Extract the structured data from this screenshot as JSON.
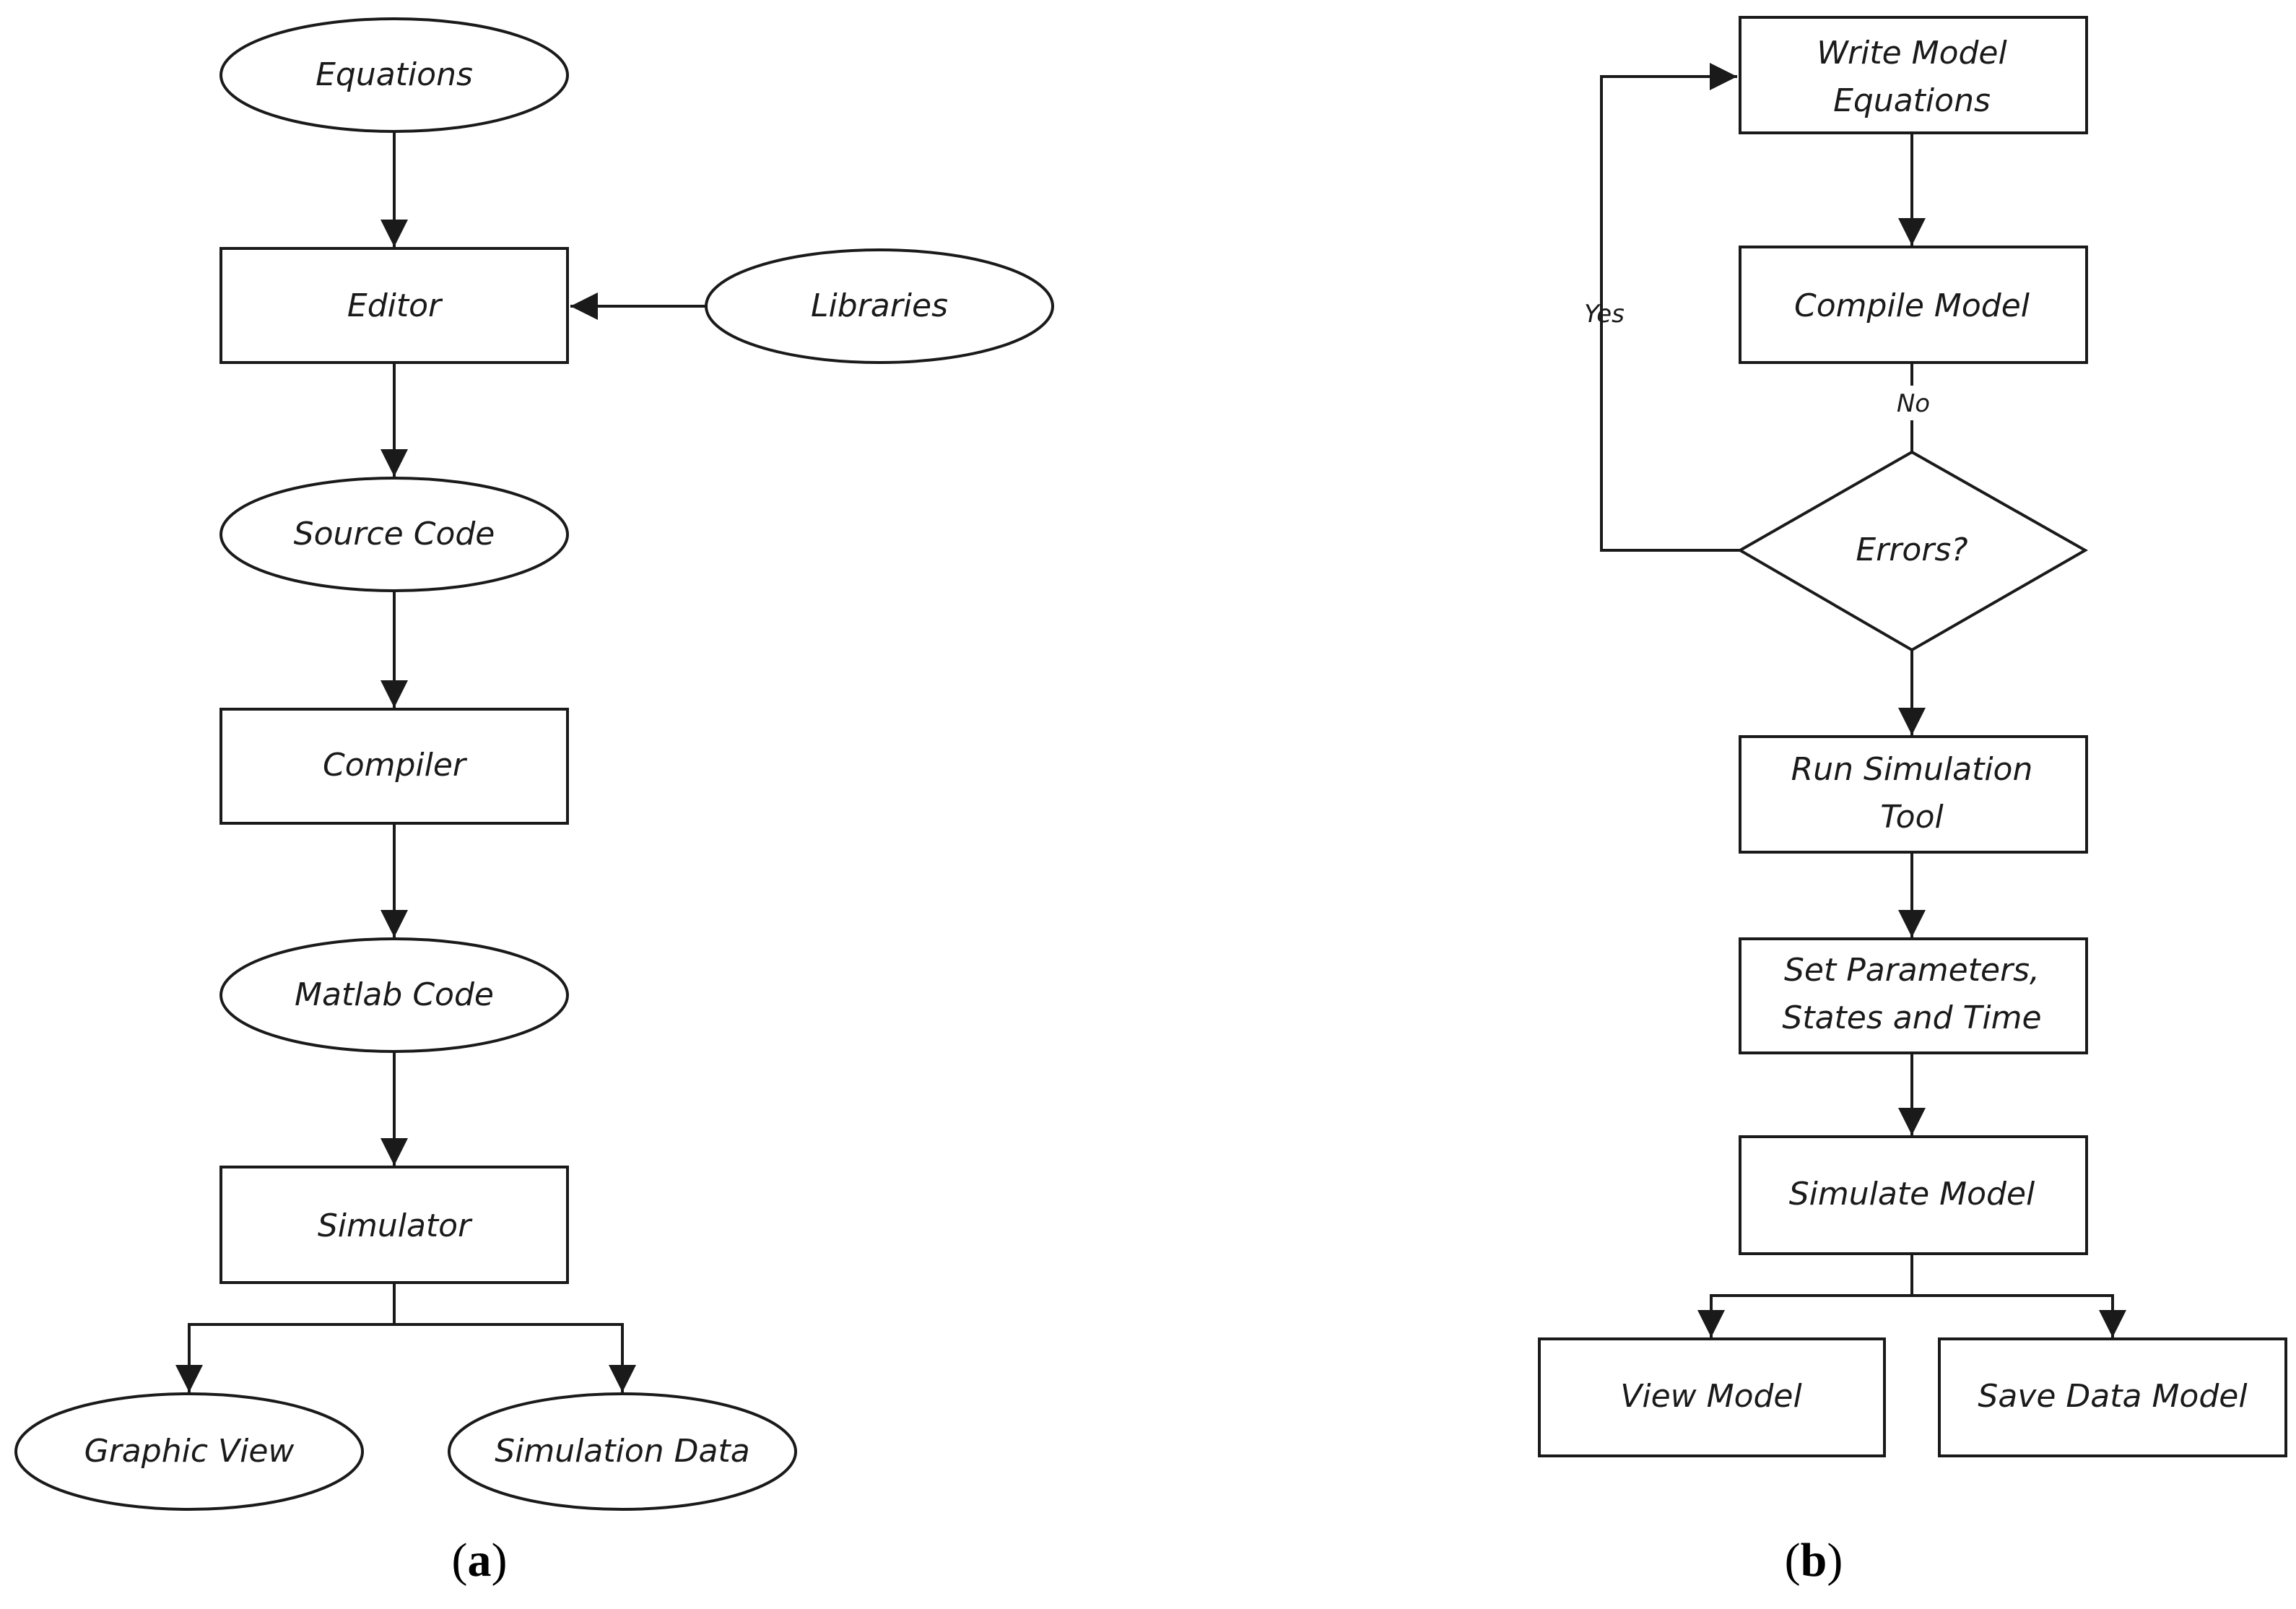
{
  "panel_a": {
    "caption_open": "(",
    "caption_letter": "a",
    "caption_close": ")",
    "nodes": {
      "equations": "Equations",
      "editor": "Editor",
      "libraries": "Libraries",
      "source_code": "Source Code",
      "compiler": "Compiler",
      "matlab_code": "Matlab Code",
      "simulator": "Simulator",
      "graphic_view": "Graphic View",
      "simulation_data": "Simulation Data"
    }
  },
  "panel_b": {
    "caption_open": "(",
    "caption_letter": "b",
    "caption_close": ")",
    "nodes": {
      "write_model_line1": "Write Model",
      "write_model_line2": "Equations",
      "compile_model": "Compile Model",
      "errors": "Errors?",
      "run_simulation_line1": "Run Simulation",
      "run_simulation_line2": "Tool",
      "set_parameters_line1": "Set Parameters,",
      "set_parameters_line2": "States and Time",
      "simulate_model": "Simulate Model",
      "view_model": "View Model",
      "save_data_model": "Save Data Model"
    },
    "edge_labels": {
      "yes": "Yes",
      "no": "No"
    }
  }
}
